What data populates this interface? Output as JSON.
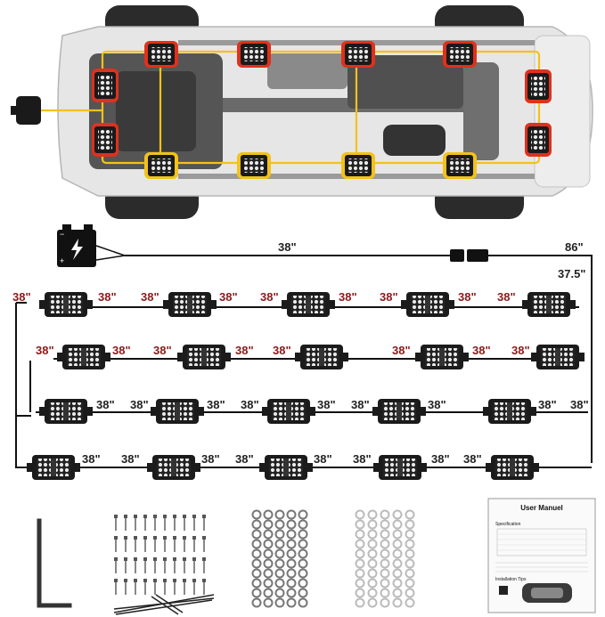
{
  "colors": {
    "harness_yellow": "#f2c21b",
    "pod_outline_red": "#e0301e",
    "cable": "#111111",
    "label_red": "#8b1a1a",
    "label_dark": "#222222"
  },
  "wiring": {
    "main_lead_length": "38\"",
    "top_right_length": "86\"",
    "right_drop_length": "37.5\"",
    "row1_labels": [
      "38\"",
      "38\"",
      "38\"",
      "38\"",
      "38\"",
      "38\"",
      "38\"",
      "38\"",
      "38\""
    ],
    "row2_labels": [
      "38\"",
      "38\"",
      "38\"",
      "38\"",
      "38\"",
      "38\"",
      "38\"",
      "38\""
    ],
    "row3_labels": [
      "38\"",
      "38\"",
      "38\"",
      "38\"",
      "38\"",
      "38\"",
      "38\"",
      "38\"",
      "38\""
    ],
    "row4_labels": [
      "38\"",
      "38\"",
      "38\"",
      "38\"",
      "38\"",
      "38\"",
      "38\"",
      "38\""
    ]
  },
  "manual": {
    "title": "User Manuel",
    "subtitle": "Specification",
    "install_heading": "Installation Tips"
  },
  "icons": {
    "battery": "battery-icon",
    "wrench": "hex-key-icon",
    "bolts": "bolts-icon",
    "nuts": "nuts-icon",
    "washers": "washers-icon",
    "zip_ties": "zip-ties-icon"
  }
}
